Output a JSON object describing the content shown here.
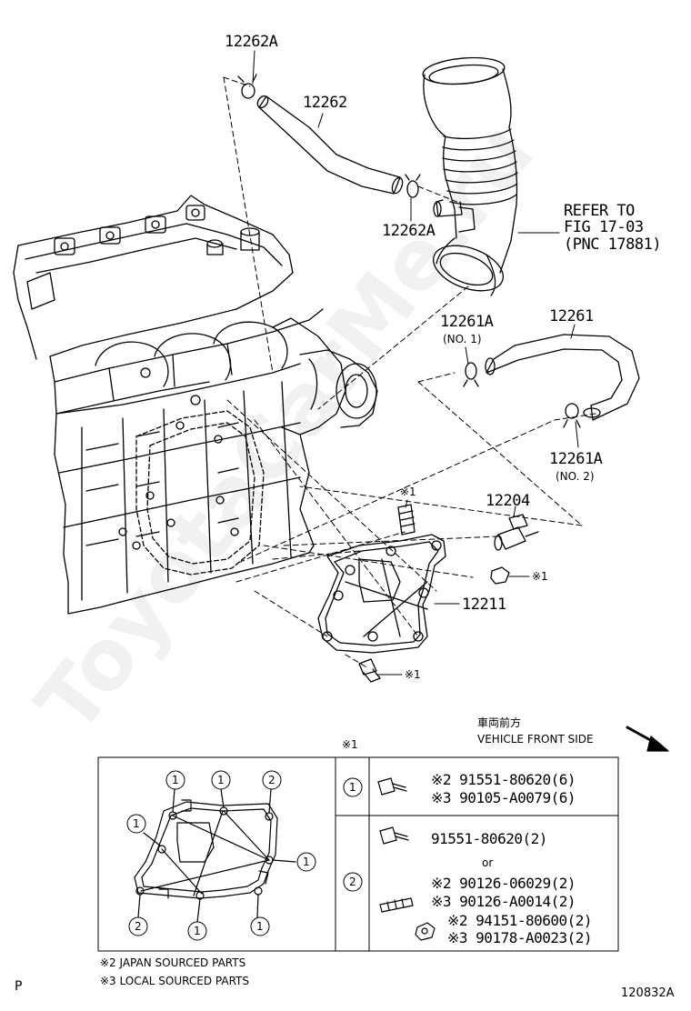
{
  "watermark": "ToyotaCarMe.ru",
  "callouts": {
    "p12262A_top": "12262A",
    "p12262": "12262",
    "p12262A_mid": "12262A",
    "refer_line1": "REFER TO",
    "refer_line2": "FIG 17-03",
    "refer_line3": "(PNC 17881)",
    "p12261A_no1": "12261A",
    "no1_label": "(NO. 1)",
    "p12261": "12261",
    "p12261A_no2": "12261A",
    "no2_label": "(NO. 2)",
    "mark1_stud": "※1",
    "p12204": "12204",
    "mark1_nut": "※1",
    "p12211": "12211",
    "mark1_bolt": "※1"
  },
  "direction": {
    "jp": "車両前方",
    "en": "VEHICLE FRONT SIDE"
  },
  "legend": {
    "header": "※1",
    "row1_num": "1",
    "row1_a": "※2 91551-80620(6)",
    "row1_b": "※3 90105-A0079(6)",
    "row2_num": "2",
    "row2_a": "91551-80620(2)",
    "row2_or": "or",
    "row2_b": "※2 90126-06029(2)",
    "row2_c": "※3 90126-A0014(2)",
    "row2_d": "※2 94151-80600(2)",
    "row2_e": "※3 90178-A0023(2)",
    "circles": [
      "1",
      "1",
      "2",
      "1",
      "1",
      "2",
      "1",
      "1"
    ]
  },
  "notes": {
    "japan": "※2 JAPAN SOURCED PARTS",
    "local": "※3 LOCAL SOURCED PARTS"
  },
  "footer": {
    "left": "P",
    "code": "120832A"
  }
}
